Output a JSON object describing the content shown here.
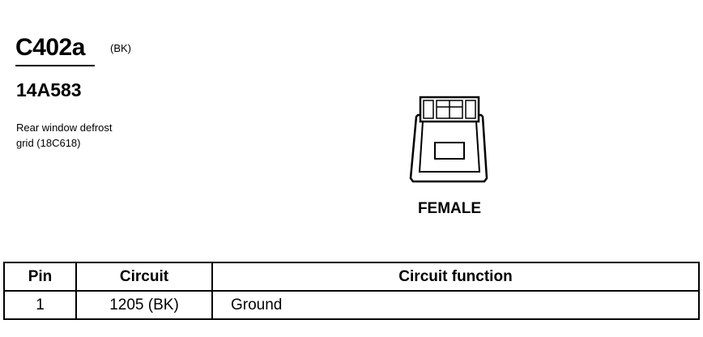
{
  "connector": {
    "id": "C402a",
    "color": "(BK)",
    "part_number": "14A583",
    "description": [
      "Rear window defrost",
      "grid (18C618)"
    ],
    "gender": "FEMALE"
  },
  "table": {
    "headers": [
      "Pin",
      "Circuit",
      "Circuit function"
    ],
    "rows": [
      {
        "pin": "1",
        "circuit": "1205 (BK)",
        "function": "Ground"
      }
    ]
  }
}
